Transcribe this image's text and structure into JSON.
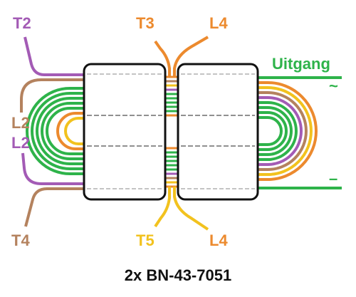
{
  "colors": {
    "purple": "#A35BB5",
    "brown": "#B4825E",
    "orange": "#EC8A2E",
    "yellow": "#F2C21E",
    "green": "#2EB34A",
    "core_outline": "#111111"
  },
  "labels": {
    "t2": "T2",
    "t3": "T3",
    "l4_top": "L4",
    "uitgang": "Uitgang",
    "tilde": "~",
    "l2_upper": "L2",
    "l2_lower": "L2",
    "t4": "T4",
    "t5": "T5",
    "l4_bottom": "L4",
    "minus": "–"
  },
  "caption": "2x BN-43-7051"
}
